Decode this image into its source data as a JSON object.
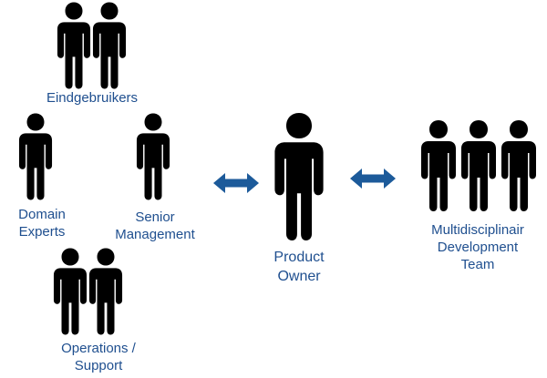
{
  "colors": {
    "figure": "#ee6d1f",
    "label": "#1f4f8f",
    "arrow": "#1c5a9a"
  },
  "icons": {
    "person": "person-icon",
    "arrow": "double-arrow-icon"
  },
  "groups": {
    "eindgebruikers": {
      "label": "Eindgebruikers"
    },
    "domain_experts": {
      "label_line1": "Domain",
      "label_line2": "Experts"
    },
    "senior_management": {
      "label_line1": "Senior",
      "label_line2": "Management"
    },
    "operations_support": {
      "label_line1": "Operations /",
      "label_line2": "Support"
    },
    "product_owner": {
      "label_line1": "Product",
      "label_line2": "Owner"
    },
    "development_team": {
      "label_line1": "Multidisciplinair",
      "label_line2": "Development",
      "label_line3": "Team"
    }
  }
}
